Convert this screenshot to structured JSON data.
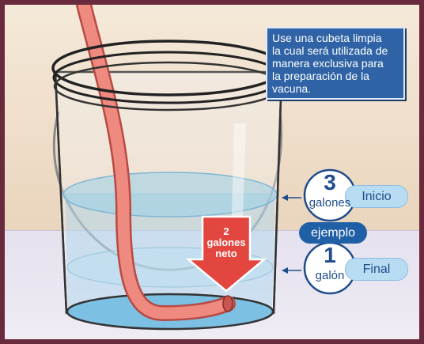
{
  "callout": {
    "lines": [
      "Use una cubeta limpia",
      "la cual será utilizada de",
      "manera exclusiva para",
      "la preparación de la",
      "vacuna."
    ]
  },
  "start_marker": {
    "number": "3",
    "unit": "galones",
    "tag": "Inicio"
  },
  "example_tag": "ejemplo",
  "end_marker": {
    "number": "1",
    "unit": "galón",
    "tag": "Final"
  },
  "difference_arrow": {
    "lines": [
      "2",
      "galones",
      "neto"
    ]
  },
  "colors": {
    "frame": "#6a2a3e",
    "water": "#8fc9e8",
    "hose": "#e8736a",
    "arrow": "#e2463f",
    "callout": "#2f63a5",
    "badge_dark": "#1f5fa6",
    "badge_light": "#b8dcf2"
  }
}
